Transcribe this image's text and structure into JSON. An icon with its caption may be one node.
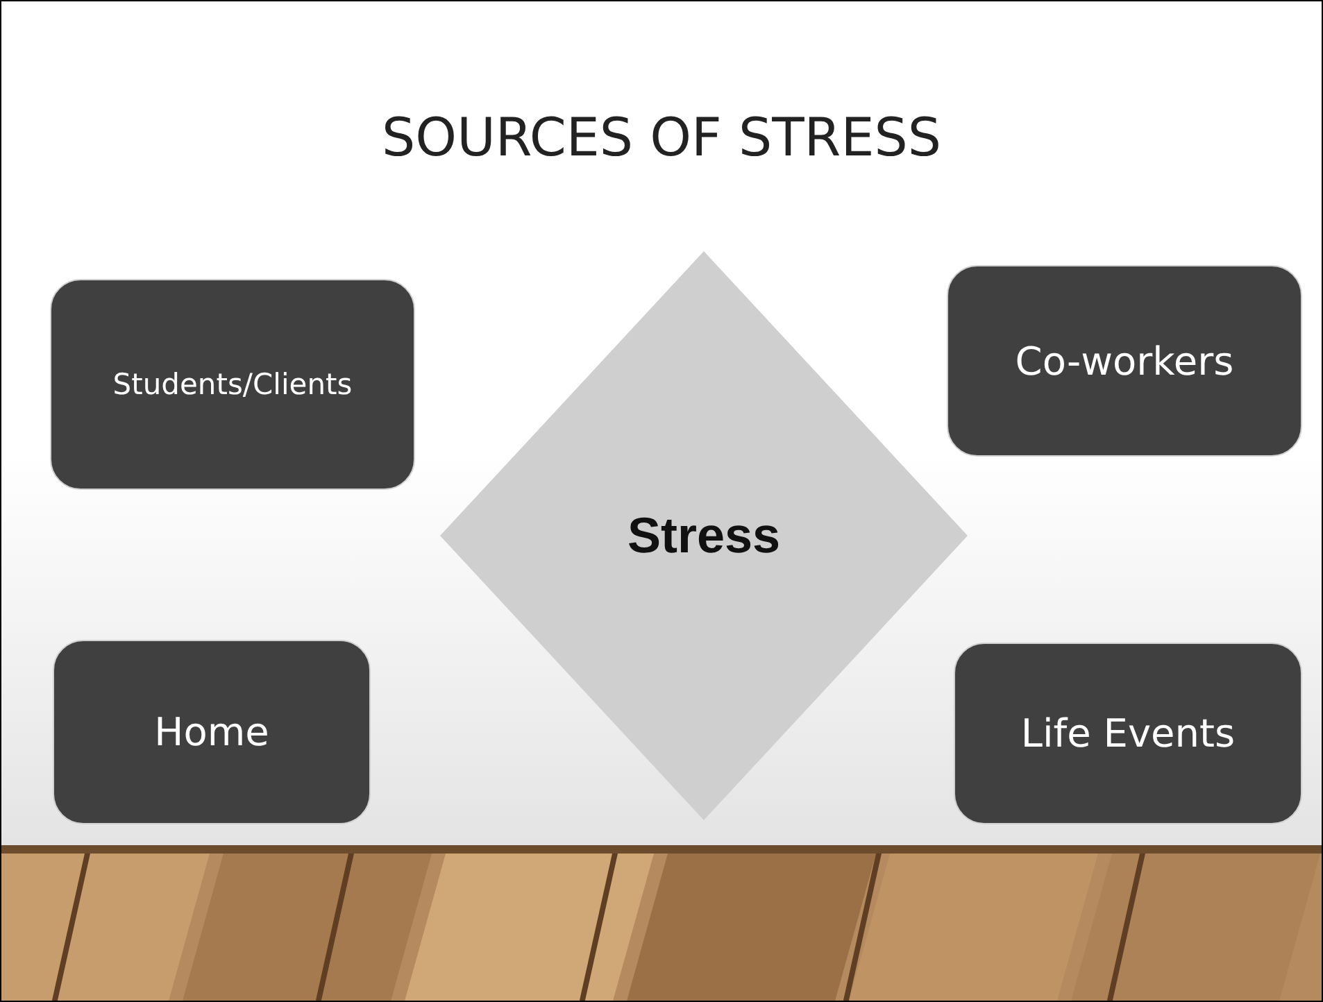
{
  "diagram": {
    "title": "SOURCES OF STRESS",
    "nodes": [
      {
        "text": [
          "Students/Clients"
        ]
      },
      {
        "text": [
          "Stress"
        ]
      },
      {
        "text": [
          "Co-workers"
        ]
      },
      {
        "text": [
          "Home"
        ]
      },
      {
        "text": [
          "Life Events"
        ]
      }
    ]
  }
}
